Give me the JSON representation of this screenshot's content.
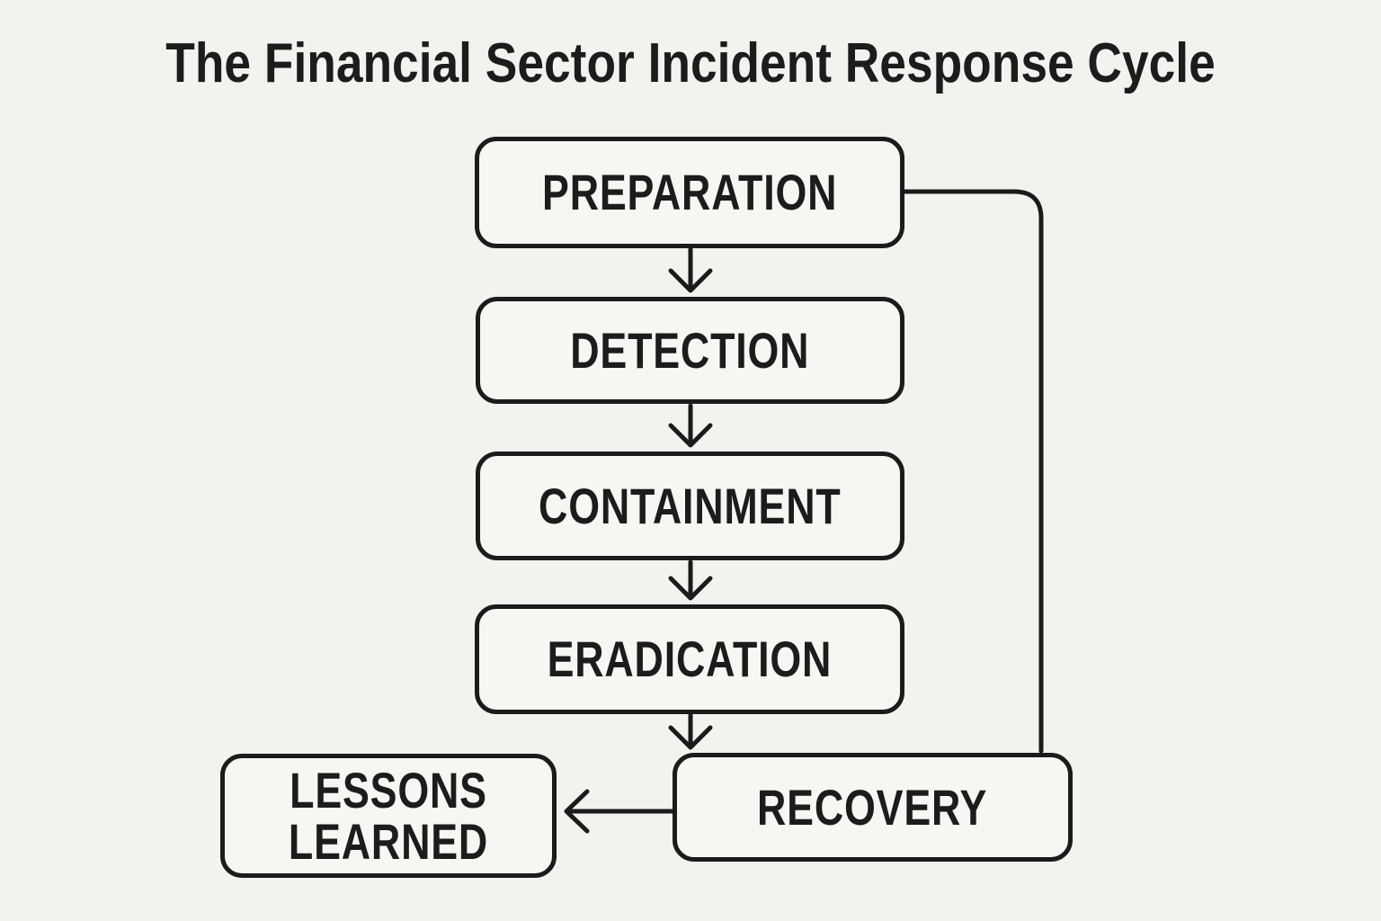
{
  "title": "The Financial Sector Incident Response Cycle",
  "diagram": {
    "type": "flowchart",
    "nodes": [
      {
        "id": "preparation",
        "label": "PREPARATION"
      },
      {
        "id": "detection",
        "label": "DETECTION"
      },
      {
        "id": "containment",
        "label": "CONTAINMENT"
      },
      {
        "id": "eradication",
        "label": "ERADICATION"
      },
      {
        "id": "recovery",
        "label": "RECOVERY"
      },
      {
        "id": "lessons-learned",
        "label": "LESSONS LEARNED"
      }
    ],
    "edges": [
      {
        "from": "preparation",
        "to": "detection",
        "style": "arrow-down"
      },
      {
        "from": "detection",
        "to": "containment",
        "style": "arrow-down"
      },
      {
        "from": "containment",
        "to": "eradication",
        "style": "arrow-down"
      },
      {
        "from": "eradication",
        "to": "recovery",
        "style": "arrow-down"
      },
      {
        "from": "recovery",
        "to": "lessons-learned",
        "style": "arrow-left"
      },
      {
        "from": "preparation",
        "to": "recovery",
        "style": "elbow-right-loop"
      }
    ]
  },
  "theme": {
    "background": "#f4f2ee",
    "node_fill": "#f7f6f2",
    "stroke": "#1b1b1b",
    "text": "#1c1c1c"
  }
}
